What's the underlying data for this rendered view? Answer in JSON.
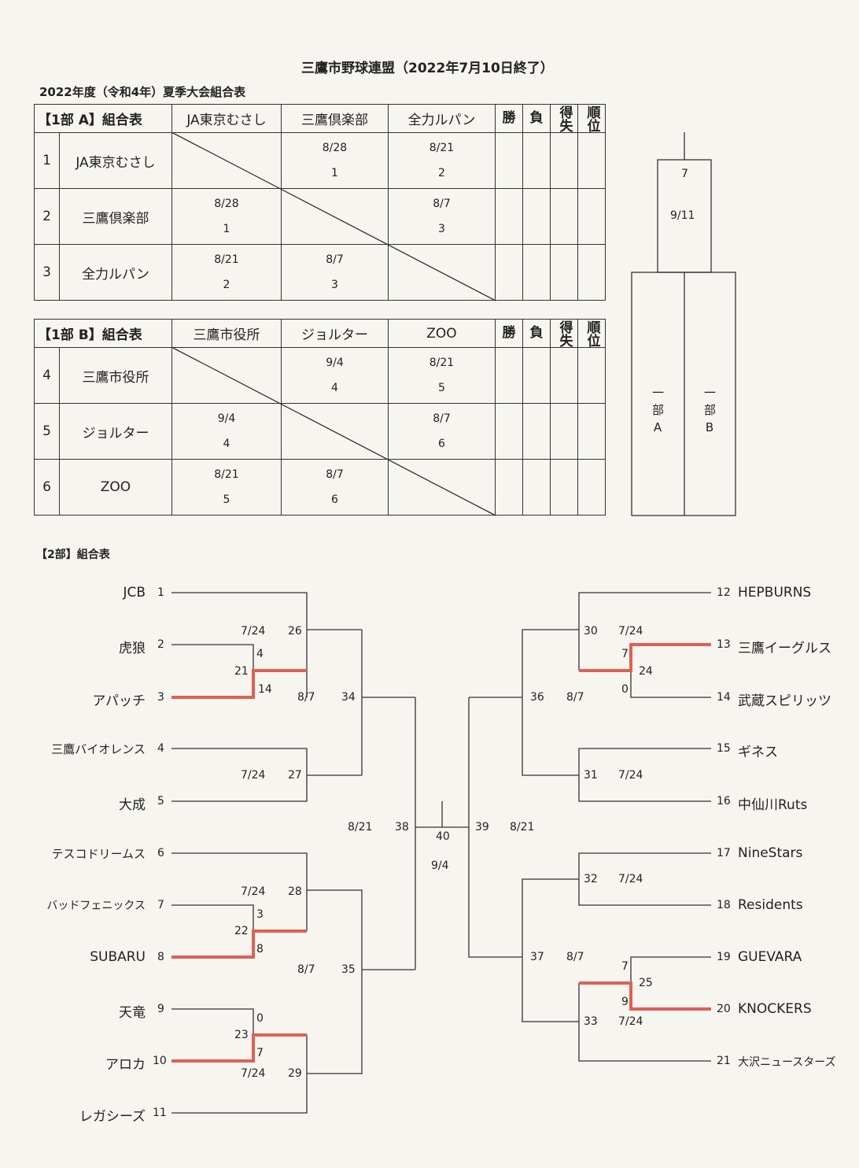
{
  "header": {
    "title": "三鷹市野球連盟（2022年7月10日終了）",
    "subtitle": "2022年度（令和4年）夏季大会組合表"
  },
  "div1a": {
    "label": "【1部 A】組合表",
    "columns": [
      "JA東京むさし",
      "三鷹倶楽部",
      "全力ルパン"
    ],
    "stat_headers": [
      "勝",
      "負",
      "得失",
      "順位"
    ],
    "rows": [
      {
        "num": "1",
        "team": "JA東京むさし",
        "cells": [
          null,
          {
            "game": "1",
            "date": "8/28"
          },
          {
            "game": "2",
            "date": "8/21"
          }
        ]
      },
      {
        "num": "2",
        "team": "三鷹倶楽部",
        "cells": [
          {
            "game": "1",
            "date": "8/28"
          },
          null,
          {
            "game": "3",
            "date": "8/7"
          }
        ]
      },
      {
        "num": "3",
        "team": "全力ルパン",
        "cells": [
          {
            "game": "2",
            "date": "8/21"
          },
          {
            "game": "3",
            "date": "8/7"
          },
          null
        ]
      }
    ]
  },
  "div1b": {
    "label": "【1部 B】組合表",
    "columns": [
      "三鷹市役所",
      "ジョルター",
      "ZOO"
    ],
    "stat_headers": [
      "勝",
      "負",
      "得失",
      "順位"
    ],
    "rows": [
      {
        "num": "4",
        "team": "三鷹市役所",
        "cells": [
          null,
          {
            "game": "4",
            "date": "9/4"
          },
          {
            "game": "5",
            "date": "8/21"
          }
        ]
      },
      {
        "num": "5",
        "team": "ジョルター",
        "cells": [
          {
            "game": "4",
            "date": "9/4"
          },
          null,
          {
            "game": "6",
            "date": "8/7"
          }
        ]
      },
      {
        "num": "6",
        "team": "ZOO",
        "cells": [
          {
            "game": "5",
            "date": "8/21"
          },
          {
            "game": "6",
            "date": "8/7"
          },
          null
        ]
      }
    ]
  },
  "final1": {
    "game": "7",
    "date": "9/11",
    "left_label": "一部A",
    "right_label": "一部B"
  },
  "div2": {
    "label": "【2部】組合表",
    "left_teams": [
      {
        "name": "JCB",
        "num": "1"
      },
      {
        "name": "虎狼",
        "num": "2"
      },
      {
        "name": "アパッチ",
        "num": "3"
      },
      {
        "name": "三鷹バイオレンス",
        "num": "4"
      },
      {
        "name": "大成",
        "num": "5"
      },
      {
        "name": "テスコドリームス",
        "num": "6"
      },
      {
        "name": "バッドフェニックス",
        "num": "7"
      },
      {
        "name": "SUBARU",
        "num": "8"
      },
      {
        "name": "天竜",
        "num": "9"
      },
      {
        "name": "アロカ",
        "num": "10"
      },
      {
        "name": "レガシーズ",
        "num": "11"
      }
    ],
    "right_teams": [
      {
        "num": "12",
        "name": "HEPBURNS"
      },
      {
        "num": "13",
        "name": "三鷹イーグルス"
      },
      {
        "num": "14",
        "name": "武蔵スピリッツ"
      },
      {
        "num": "15",
        "name": "ギネス"
      },
      {
        "num": "16",
        "name": "中仙川Ruts"
      },
      {
        "num": "17",
        "name": "NineStars"
      },
      {
        "num": "18",
        "name": "Residents"
      },
      {
        "num": "19",
        "name": "GUEVARA"
      },
      {
        "num": "20",
        "name": "KNOCKERS"
      },
      {
        "num": "21",
        "name": "大沢ニュースターズ"
      }
    ],
    "labels": {
      "g21": "21",
      "g21_date": "7/24",
      "s21_top": "4",
      "s21_bot": "14",
      "g22": "22",
      "g22_date": "7/24",
      "s22_top": "3",
      "s22_bot": "8",
      "g23": "23",
      "s23_top": "0",
      "s23_bot": "7",
      "g23_date": "7/24",
      "g26": "26",
      "g27": "27",
      "g27_date": "7/24",
      "g28": "28",
      "g29": "29",
      "g34": "34",
      "g34_date": "8/7",
      "g35": "35",
      "g35_date": "8/7",
      "g38": "38",
      "g38_date": "8/21",
      "g40": "40",
      "g40_date": "9/4",
      "g39": "39",
      "g39_date": "8/21",
      "g36": "36",
      "g36_date": "8/7",
      "g37": "37",
      "g37_date": "8/7",
      "g30": "30",
      "g30_date": "7/24",
      "s24_top": "7",
      "s24_bot": "0",
      "g24": "24",
      "g31": "31",
      "g31_date": "7/24",
      "g32": "32",
      "g32_date": "7/24",
      "s25_top": "7",
      "s25_bot": "9",
      "g25": "25",
      "g33": "33",
      "g33_date": "7/24"
    }
  },
  "colors": {
    "line": "#333333",
    "winner": "#e06055",
    "paper": "#f7f5f0"
  }
}
